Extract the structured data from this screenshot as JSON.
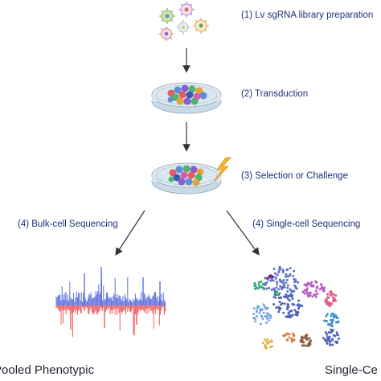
{
  "steps": {
    "step1": "(1) Lv sgRNA library preparation",
    "step2": "(2) Transduction",
    "step3": "(3) Selection or Challenge",
    "step4a": "(4) Bulk-cell Sequencing",
    "step4b": "(4) Single-cell Sequencing"
  },
  "bottom": {
    "left": "Pooled Phenotypic",
    "right": "Single-Ce"
  },
  "colors": {
    "text": "#1e2f78",
    "arrow": "#333333",
    "bulk_positive": "#5a6ee0",
    "bulk_negative": "#ee5a5a",
    "lightning": "#f7b731"
  },
  "icons": [
    "virus-icon",
    "petri-dish-icon",
    "lightning-icon",
    "bar-plot-icon",
    "cluster-plot-icon"
  ]
}
